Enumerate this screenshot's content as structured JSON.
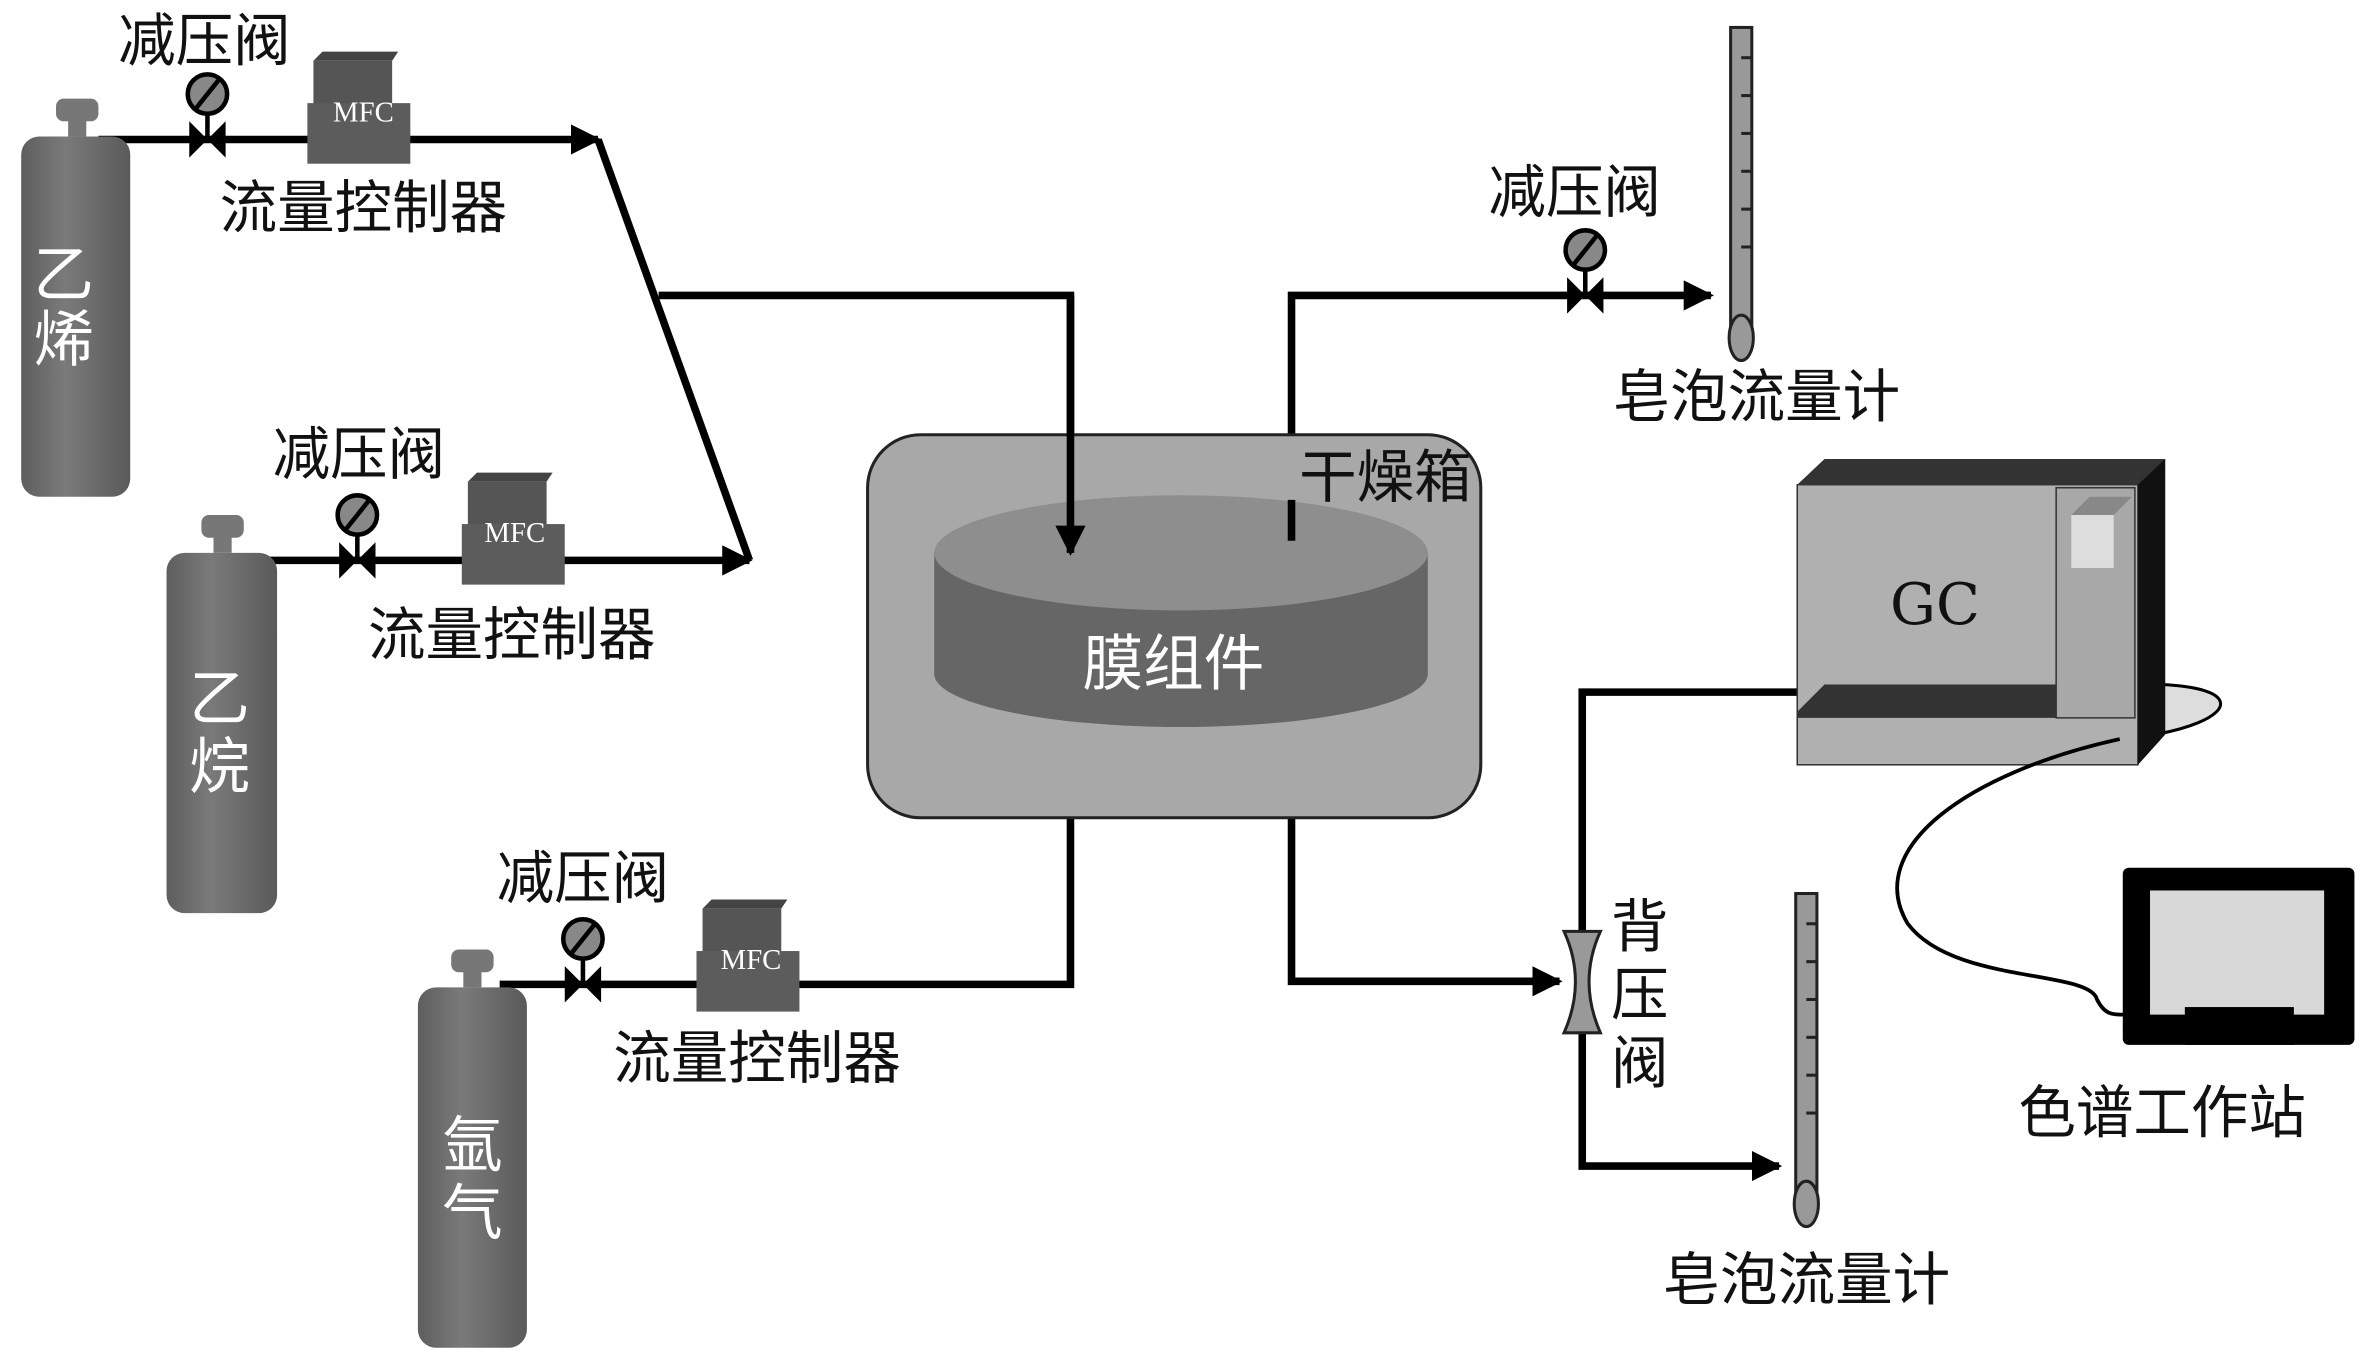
{
  "cylinders": [
    {
      "line1": "乙",
      "line2": "烯"
    },
    {
      "line1": "乙",
      "line2": "烷"
    },
    {
      "line1": "氩",
      "line2": "气"
    }
  ],
  "labels": {
    "pressure_valve": "减压阀",
    "flow_controller": "流量控制器",
    "mfc": "MFC",
    "dry_box": "干燥箱",
    "membrane_module": "膜组件",
    "bubble_flowmeter": "皂泡流量计",
    "back_pressure_1": "背",
    "back_pressure_2": "压",
    "back_pressure_3": "阀",
    "gc": "GC",
    "workstation": "色谱工作站"
  },
  "colors": {
    "cylinder": "#6e6e6e",
    "dry_box": "#a8a8a8",
    "membrane": "#6a6a6a",
    "gc_body": "#b0b0b0"
  }
}
